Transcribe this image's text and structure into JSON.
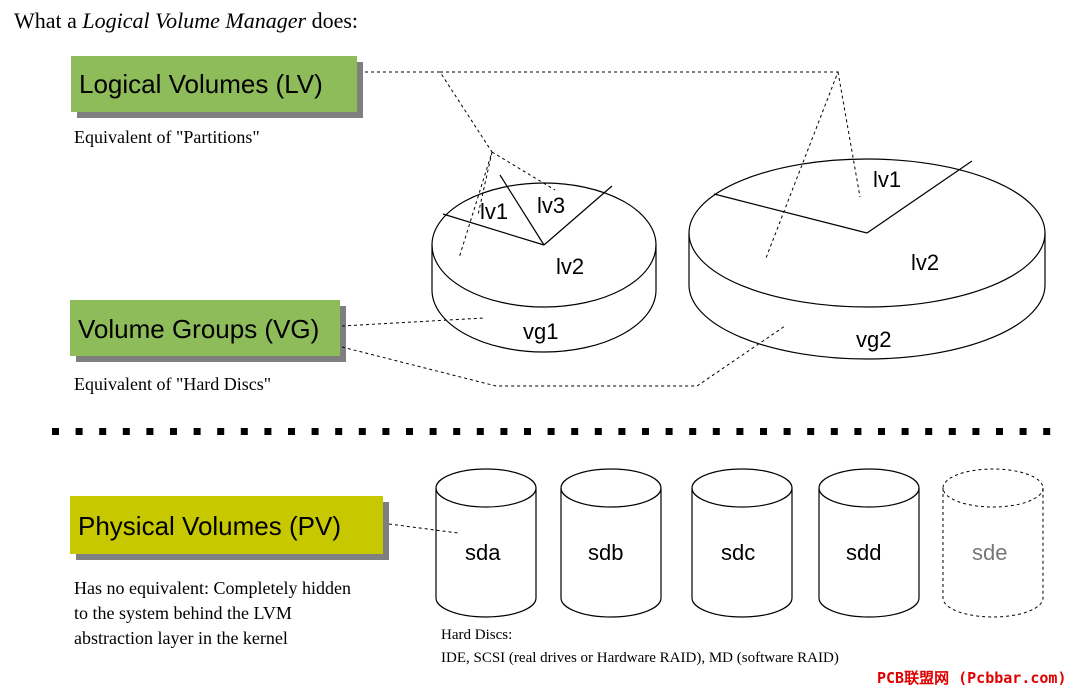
{
  "heading": {
    "prefix": "What a ",
    "emphasis": "Logical Volume Manager",
    "suffix": " does:"
  },
  "layers": {
    "lv": {
      "label": "Logical Volumes (LV)",
      "note": "Equivalent of \"Partitions\"",
      "color": "#8fbc5a"
    },
    "vg": {
      "label": "Volume Groups (VG)",
      "note": "Equivalent of \"Hard Discs\"",
      "color": "#8fbc5a"
    },
    "pv": {
      "label": "Physical Volumes (PV)",
      "note_lines": [
        "Has no equivalent: Completely hidden",
        "to the system behind the LVM",
        "abstraction layer in the kernel"
      ],
      "color": "#c8c800"
    }
  },
  "volume_groups": [
    {
      "name": "vg1",
      "logical_volumes": [
        "lv1",
        "lv3",
        "lv2"
      ]
    },
    {
      "name": "vg2",
      "logical_volumes": [
        "lv1",
        "lv2"
      ]
    }
  ],
  "discs": {
    "items": [
      {
        "name": "sda",
        "style": "solid"
      },
      {
        "name": "sdb",
        "style": "solid"
      },
      {
        "name": "sdc",
        "style": "solid"
      },
      {
        "name": "sdd",
        "style": "solid"
      },
      {
        "name": "sde",
        "style": "dashed"
      }
    ],
    "caption_title": "Hard Discs:",
    "caption_detail": "IDE, SCSI (real drives or Hardware RAID), MD (software RAID)"
  },
  "watermark": "PCB联盟网 (Pcbbar.com)"
}
